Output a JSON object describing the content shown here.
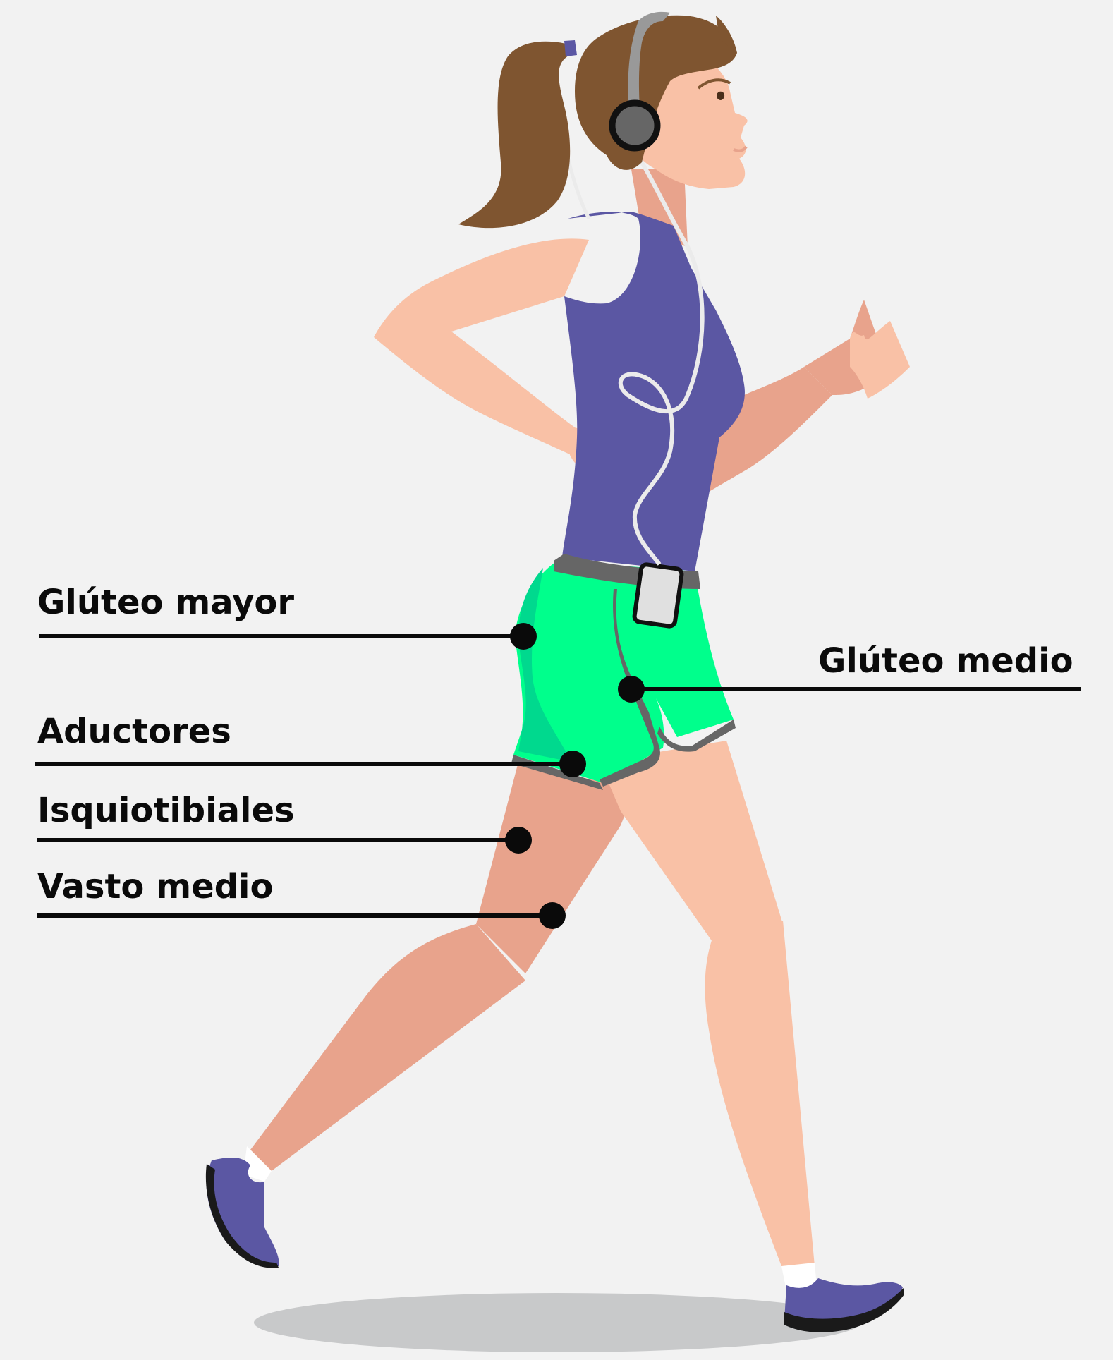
{
  "labels": {
    "gluteo_mayor": "Glúteo mayor",
    "gluteo_medio": "Glúteo medio",
    "aductores": "Aductores",
    "isquiotibiales": "Isquiotibiales",
    "vasto_medio": "Vasto medio"
  },
  "colors": {
    "background": "#f2f2f2",
    "skin_light": "#f9c1a6",
    "skin_shadow": "#e8a38c",
    "hair": "#7f5530",
    "tank_top": "#5b57a3",
    "shorts": "#00ff8c",
    "shorts_shadow": "#00d98e",
    "shorts_trim": "#666666",
    "shoes": "#5b57a3",
    "ground_shadow": "#c8c9ca",
    "leader_line": "#0a0a0a"
  }
}
